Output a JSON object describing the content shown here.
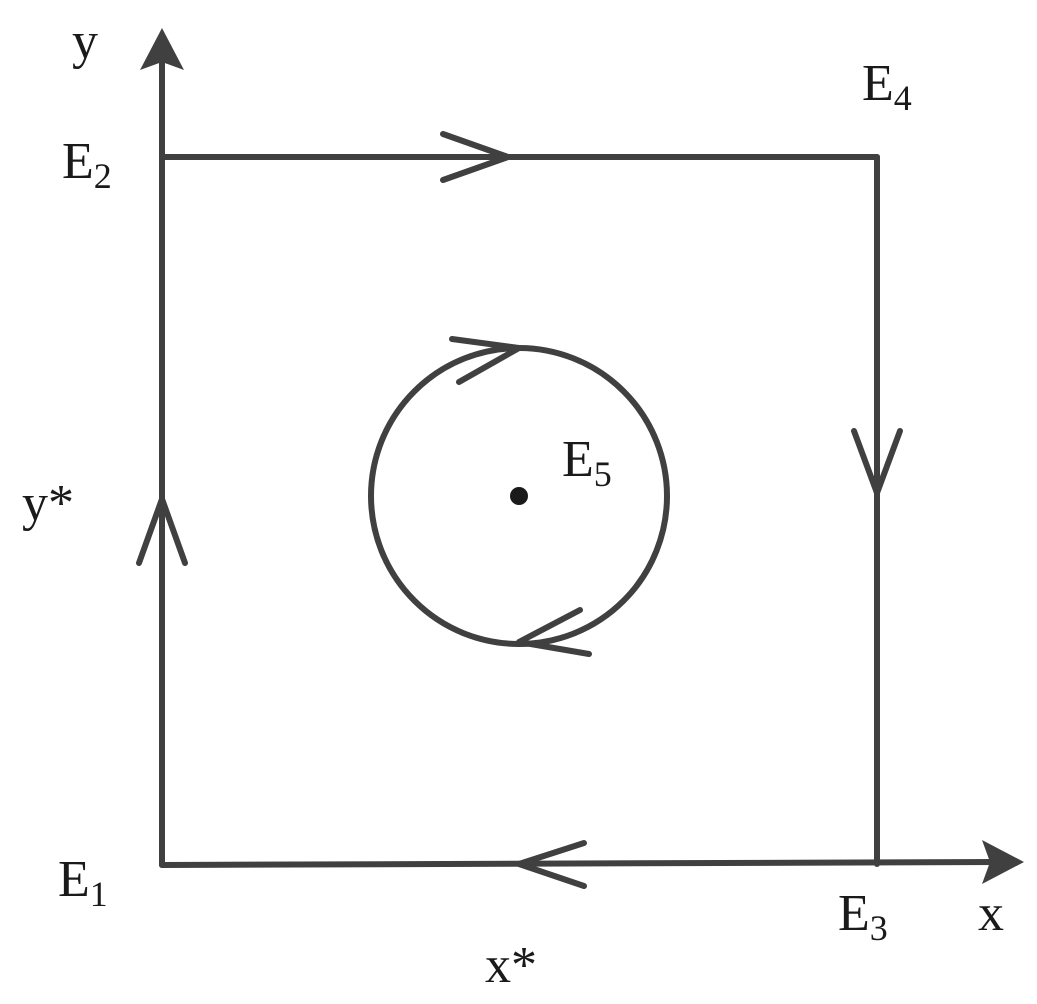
{
  "axes": {
    "x_label": "x",
    "y_label": "y",
    "x_star": "x*",
    "y_star": "y*"
  },
  "equilibria": {
    "e1": {
      "base": "E",
      "sub": "1"
    },
    "e2": {
      "base": "E",
      "sub": "2"
    },
    "e3": {
      "base": "E",
      "sub": "3"
    },
    "e4": {
      "base": "E",
      "sub": "4"
    },
    "e5": {
      "base": "E",
      "sub": "5"
    }
  },
  "colors": {
    "stroke": "#404040",
    "text": "#1a1a1a"
  }
}
